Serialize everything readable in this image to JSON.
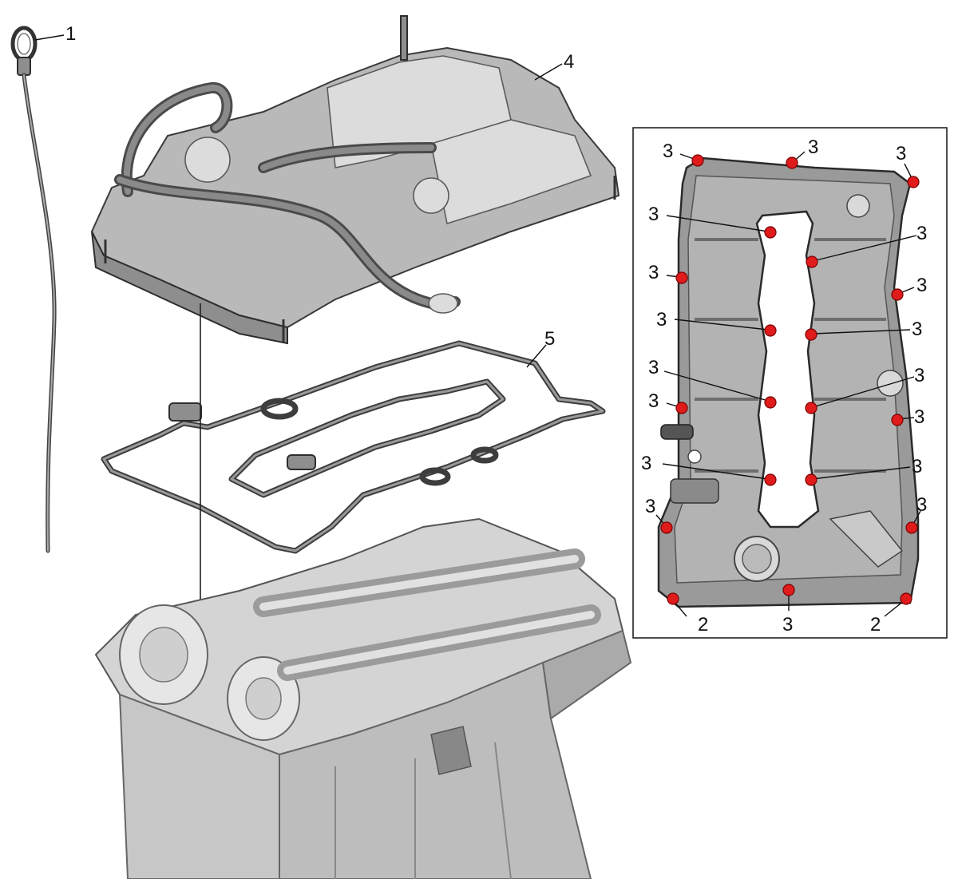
{
  "callouts": {
    "dipstick": "1",
    "cover": "4",
    "gasket": "5"
  },
  "detail": {
    "bolt_labels": [
      {
        "id": "t1",
        "text": "3"
      },
      {
        "id": "t2",
        "text": "3"
      },
      {
        "id": "t3",
        "text": "3"
      },
      {
        "id": "l1",
        "text": "3"
      },
      {
        "id": "r1",
        "text": "3"
      },
      {
        "id": "l2",
        "text": "3"
      },
      {
        "id": "r2",
        "text": "3"
      },
      {
        "id": "l3",
        "text": "3"
      },
      {
        "id": "r3",
        "text": "3"
      },
      {
        "id": "l4",
        "text": "3"
      },
      {
        "id": "r4",
        "text": "3"
      },
      {
        "id": "l5",
        "text": "3"
      },
      {
        "id": "r5",
        "text": "3"
      },
      {
        "id": "l6",
        "text": "3"
      },
      {
        "id": "r6",
        "text": "3"
      },
      {
        "id": "l7",
        "text": "3"
      },
      {
        "id": "r7",
        "text": "3"
      },
      {
        "id": "b1",
        "text": "2"
      },
      {
        "id": "b2",
        "text": "3"
      },
      {
        "id": "b3",
        "text": "2"
      }
    ],
    "highlight_color": "#e01b1b"
  }
}
